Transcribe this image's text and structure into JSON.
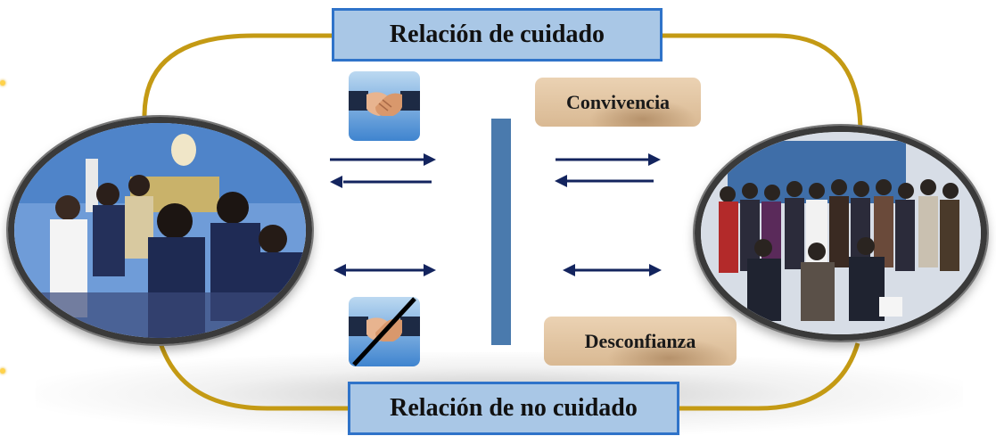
{
  "diagram": {
    "top_title": "Relación de cuidado",
    "bottom_title": "Relación de no cuidado",
    "top_tag": "Convivencia",
    "bottom_tag": "Desconfianza"
  },
  "icons": {
    "top_icon": "handshake-icon",
    "bottom_icon": "crossed-handshake-icon",
    "arrows": "double-arrow-icon"
  },
  "colors": {
    "ring": "#c49a14",
    "title_fill": "#a9c7e6",
    "title_border": "#2f73c9",
    "arrow": "#13245e",
    "divider": "#4a7aad"
  }
}
